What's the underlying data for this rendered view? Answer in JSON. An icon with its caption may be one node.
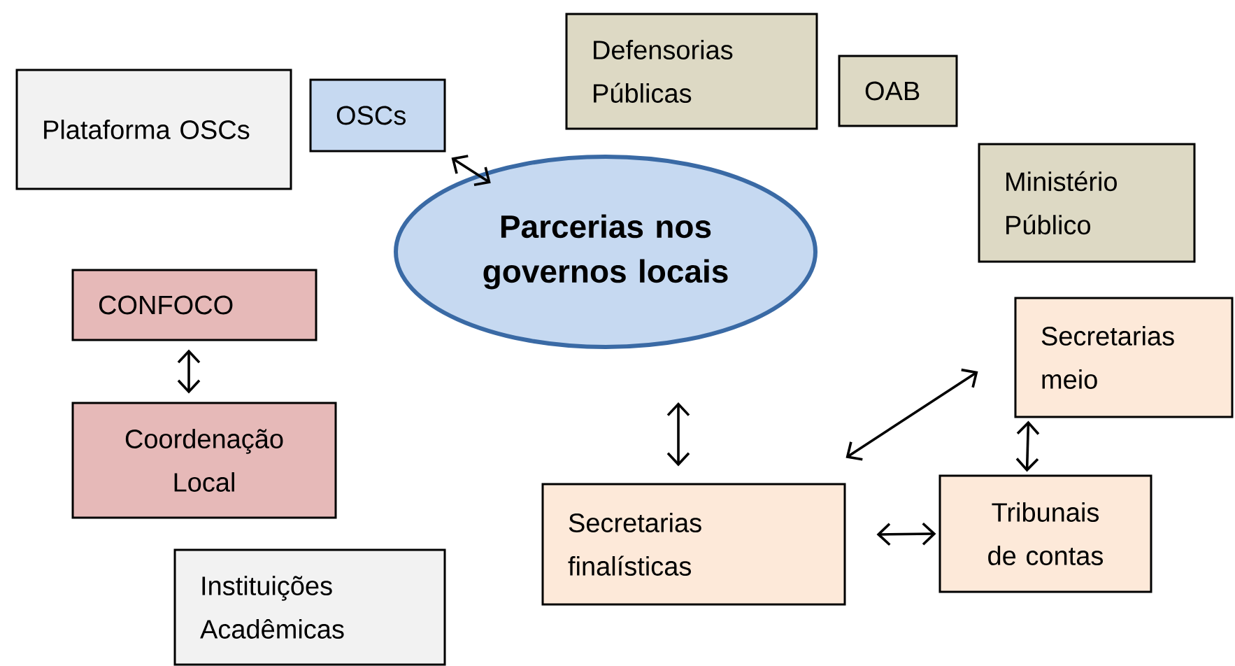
{
  "diagram": {
    "nodes": [
      {
        "text": [
          "Plataforma OSCs"
        ]
      },
      {
        "text": [
          "OSCs"
        ]
      },
      {
        "text": [
          "Defensorias Públicas"
        ]
      },
      {
        "text": [
          "OAB"
        ]
      },
      {
        "text": [
          "Ministério Público"
        ]
      },
      {
        "text": [
          "Parcerias nos governos locais"
        ]
      },
      {
        "text": [
          "CONFOCO"
        ]
      },
      {
        "text": [
          "Coordenação Local"
        ]
      },
      {
        "text": [
          "Secretarias meio"
        ]
      },
      {
        "text": [
          "Secretarias finalísticas"
        ]
      },
      {
        "text": [
          "Tribunais de contas"
        ]
      },
      {
        "text": [
          "Instituições Acadêmicas"
        ]
      }
    ],
    "edges": [
      {
        "from": 1,
        "to": 5,
        "arrow": "both"
      },
      {
        "from": 6,
        "to": 7,
        "arrow": "both"
      },
      {
        "from": 5,
        "to": 9,
        "arrow": "both"
      },
      {
        "from": 9,
        "to": 8,
        "arrow": "both"
      },
      {
        "from": 8,
        "to": 10,
        "arrow": "both"
      },
      {
        "from": 9,
        "to": 10,
        "arrow": "both"
      }
    ]
  }
}
